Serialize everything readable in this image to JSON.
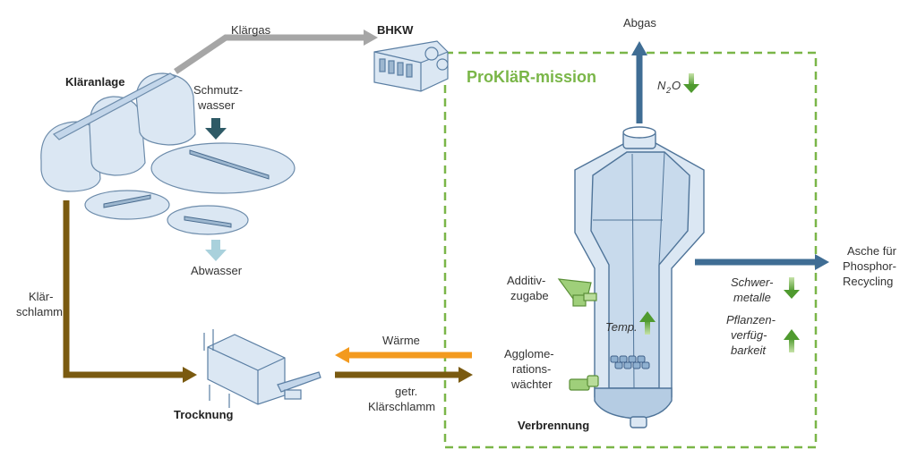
{
  "title": "ProKläR-mission",
  "labels": {
    "klaergas": "Klärgas",
    "bhkw": "BHKW",
    "klaeranlage": "Kläranlage",
    "schmutzwasser_1": "Schmutz-",
    "schmutzwasser_2": "wasser",
    "abwasser": "Abwasser",
    "klaerschlamm_1": "Klär-",
    "klaerschlamm_2": "schlamm",
    "trocknung": "Trocknung",
    "waerme": "Wärme",
    "getr_1": "getr.",
    "getr_2": "Klärschlamm",
    "abgas": "Abgas",
    "n2o_n": "N",
    "n2o_sub": "2",
    "n2o_o": "O",
    "additiv_1": "Additiv-",
    "additiv_2": "zugabe",
    "temp": "Temp.",
    "agglo_1": "Agglome-",
    "agglo_2": "rations-",
    "agglo_3": "wächter",
    "verbrennung": "Verbrennung",
    "asche_1": "Asche für",
    "asche_2": "Phosphor-",
    "asche_3": "Recycling",
    "schwer_1": "Schwer-",
    "schwer_2": "metalle",
    "pflanzen_1": "Pflanzen-",
    "pflanzen_2": "verfüg-",
    "pflanzen_3": "barkeit"
  },
  "colors": {
    "gas_arrow": "#a6a6a6",
    "sludge_arrow": "#7a5a10",
    "heat_arrow": "#f39a1e",
    "exhaust_arrow": "#3f6d94",
    "dashed_box": "#7ab648",
    "equipment_fill": "#dbe7f3",
    "equipment_stroke": "#5a7ea3",
    "indicator_green": "#72b04a"
  },
  "icons": {
    "bhkw": "engine-icon",
    "plant": "treatment-tanks-icon",
    "dryer": "dryer-icon",
    "furnace": "incinerator-icon"
  }
}
